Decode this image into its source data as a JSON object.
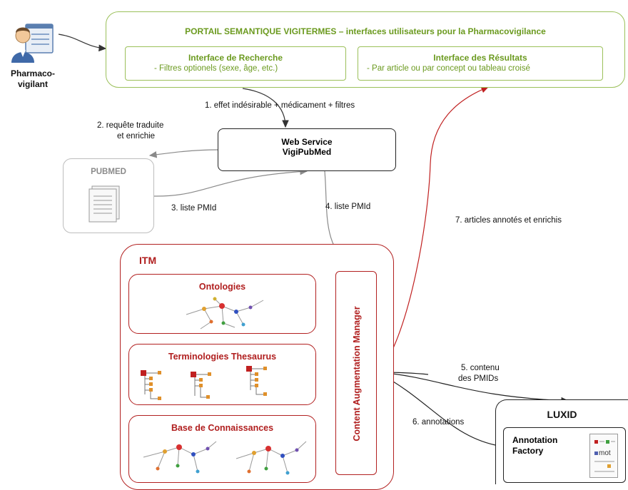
{
  "user": {
    "label": "Pharmaco-\nvigilant"
  },
  "portal": {
    "title": "PORTAIL SEMANTIQUE VIGITERMES – interfaces utilisateurs pour la Pharmacovigilance",
    "search": {
      "title": "Interface de Recherche",
      "sub": "- Filtres optionels (sexe, âge, etc.)"
    },
    "results": {
      "title": "Interface des Résultats",
      "sub": "- Par article ou par concept ou tableau croisé"
    }
  },
  "webservice": {
    "line1": "Web Service",
    "line2": "VigiPubMed"
  },
  "pubmed": {
    "label": "PUBMED"
  },
  "itm": {
    "label": "ITM",
    "ontologies": "Ontologies",
    "terminologies": "Terminologies Thesaurus",
    "knowledge": "Base de Connaissances",
    "cam": "Content Augmentation Manager"
  },
  "luxid": {
    "label": "LUXID",
    "factory_line1": "Annotation",
    "factory_line2": "Factory",
    "mot": "mot"
  },
  "steps": {
    "s1": "1. effet indésirable + médicament + filtres",
    "s2a": "2. requête traduite",
    "s2b": "et enrichie",
    "s3": "3. liste PMId",
    "s4": "4. liste PMId",
    "s5a": "5. contenu",
    "s5b": "des PMIDs",
    "s6": "6. annotations",
    "s7": "7. articles annotés et enrichis"
  },
  "colors": {
    "green": "#9bc05a",
    "red": "#b22020",
    "gray": "#9a9a9a"
  }
}
